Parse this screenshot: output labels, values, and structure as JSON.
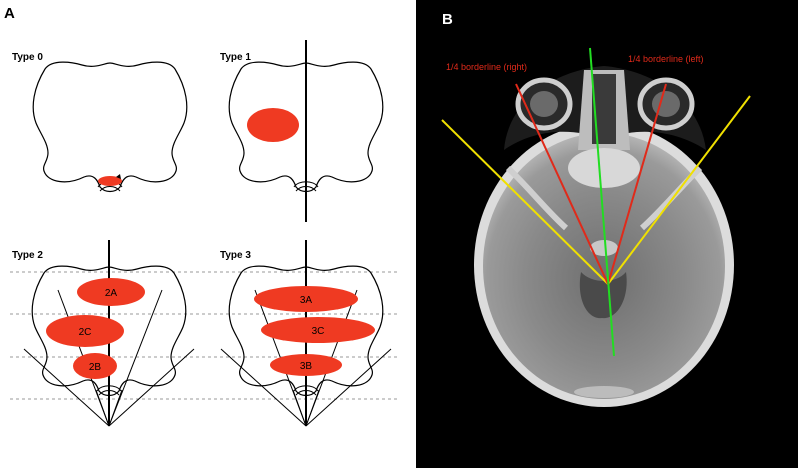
{
  "panel_a": {
    "label": "A",
    "types": [
      {
        "label": "Type 0"
      },
      {
        "label": "Type 1"
      },
      {
        "label": "Type 2",
        "regions": [
          "2A",
          "2C",
          "2B"
        ]
      },
      {
        "label": "Type 3",
        "regions": [
          "3A",
          "3C",
          "3B"
        ]
      }
    ]
  },
  "panel_b": {
    "label": "B",
    "annotations": {
      "right": "1/4 borderline (right)",
      "left": "1/4 borderline (left)"
    }
  },
  "colors": {
    "lesion": "#ef3a22",
    "red_line": "#e02a1a",
    "yellow_line": "#f0e000",
    "green_line": "#22dd22"
  }
}
